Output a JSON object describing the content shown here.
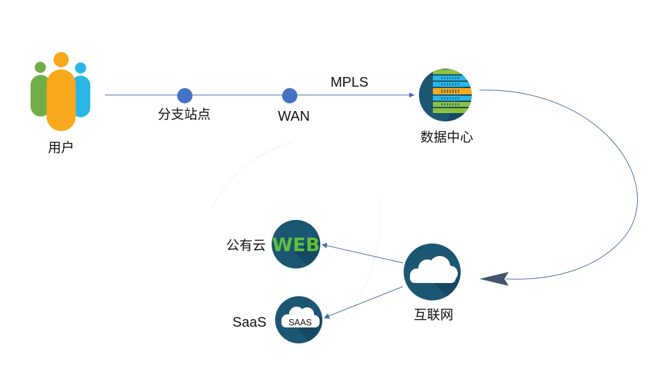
{
  "nodes": {
    "user": {
      "label": "用户"
    },
    "branch": {
      "label": "分支站点"
    },
    "wan": {
      "label": "WAN"
    },
    "datacenter": {
      "label": "数据中心"
    },
    "internet": {
      "label": "互联网"
    },
    "public_cloud": {
      "label": "公有云",
      "icon_text": "WEB"
    },
    "saas": {
      "label": "SaaS",
      "icon_text": "SAAS"
    }
  },
  "edges": {
    "mpls": {
      "label": "MPLS"
    }
  },
  "colors": {
    "line": "#4a6aa8",
    "dot": "#4472c4",
    "node_fill": "#1b5672",
    "person_green": "#70ad47",
    "person_orange": "#f7a81b",
    "person_blue": "#29b6e7",
    "web_green": "#5ec13a"
  },
  "icons": [
    "people-icon",
    "server-rack-icon",
    "cloud-icon",
    "web-icon",
    "saas-cloud-icon"
  ]
}
